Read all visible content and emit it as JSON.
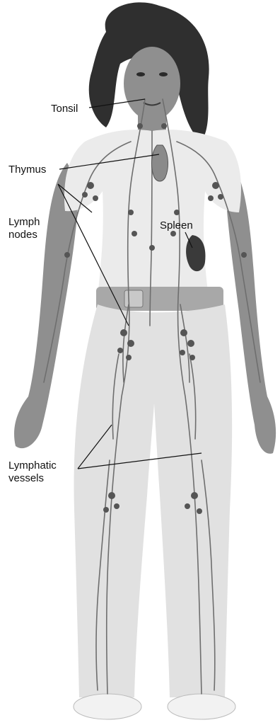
{
  "labels": {
    "tonsil": "Tonsil",
    "thymus": "Thymus",
    "spleen": "Spleen",
    "lymph_nodes_line1": "Lymph",
    "lymph_nodes_line2": "nodes",
    "lymphatic_vessels_line1": "Lymphatic",
    "lymphatic_vessels_line2": "vessels"
  },
  "colors": {
    "skin": "#9a9a9a",
    "hair": "#2b2b2b",
    "shirt": "#e9e9e9",
    "pants": "#dcdcdc",
    "vessel": "#6b6b6b",
    "node": "#555555",
    "spleen": "#3a3a3a"
  }
}
